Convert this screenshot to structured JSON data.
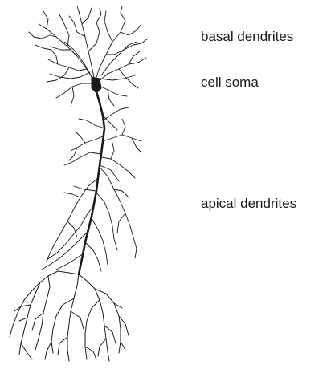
{
  "labels": {
    "basal": "basal dendrites",
    "soma": "cell soma",
    "apical": "apical dendrites"
  },
  "colors": {
    "ink": "#1a1a1a",
    "background": "#ffffff"
  }
}
